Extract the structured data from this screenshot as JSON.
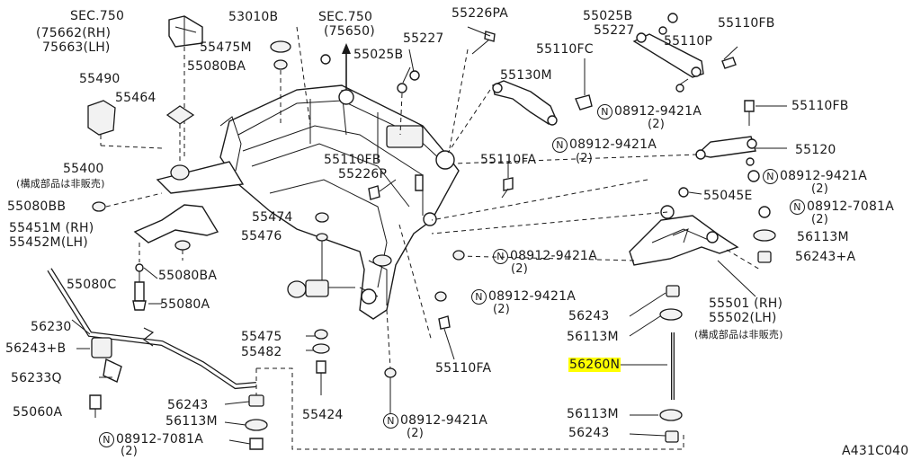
{
  "diagram_code": "A431C040",
  "qty_2": "(2)",
  "labels": {
    "sec750_top": "SEC.750",
    "p75662": "(75662(RH)",
    "p75663": "75663(LH)",
    "p55490": "55490",
    "p55464": "55464",
    "p55475M": "55475M",
    "p55080BA_top": "55080BA",
    "p53010B": "53010B",
    "sec750_mid": "SEC.750",
    "p75650": "(75650)",
    "p55226PA": "55226PA",
    "p55227_a": "55227",
    "p55025B_a": "55025B",
    "p55025B_b": "55025B",
    "p55227_b": "55227",
    "p55110FB_a": "55110FB",
    "p55110FC": "55110FC",
    "p55110P": "55110P",
    "p55130M": "55130M",
    "p08912_a": "08912-9421A",
    "p55110FB_b": "55110FB",
    "p08912_b": "08912-9421A",
    "p55120": "55120",
    "p55400": "55400",
    "jp_note_1": "(構成部品は非販売)",
    "p55110FB_c": "55110FB",
    "p55226P": "55226P",
    "p55110FA_a": "55110FA",
    "p08912_c": "08912-9421A",
    "p55080BB": "55080BB",
    "p55045E": "55045E",
    "p08912_d": "08912-7081A",
    "p55474": "55474",
    "p55451M": "55451M (RH)",
    "p55452M": "55452M(LH)",
    "p55476": "55476",
    "p56113M_a": "56113M",
    "p08912_e": "08912-9421A",
    "p56243A": "56243+A",
    "p55080BA_b": "55080BA",
    "p55080C": "55080C",
    "p55080A": "55080A",
    "p08912_f": "08912-9421A",
    "p55501": "55501 (RH)",
    "p55502": "55502(LH)",
    "p56243_a": "56243",
    "p56230": "56230",
    "p56113M_b": "56113M",
    "jp_note_2": "(構成部品は非販売)",
    "p55475": "55475",
    "p56243B": "56243+B",
    "p55482": "55482",
    "p55110FA_b": "55110FA",
    "p56233Q": "56233Q",
    "p56260N": "56260N",
    "p56243_b": "56243",
    "p55060A": "55060A",
    "p55424": "55424",
    "p56113M_c": "56113M",
    "p56113M_d": "56113M",
    "p08912_g": "08912-9421A",
    "p08912_h": "08912-7081A",
    "p56243_c": "56243"
  },
  "circle_marker": "N",
  "colors": {
    "highlight": "#ffff00",
    "ink": "#1a1a1a"
  }
}
